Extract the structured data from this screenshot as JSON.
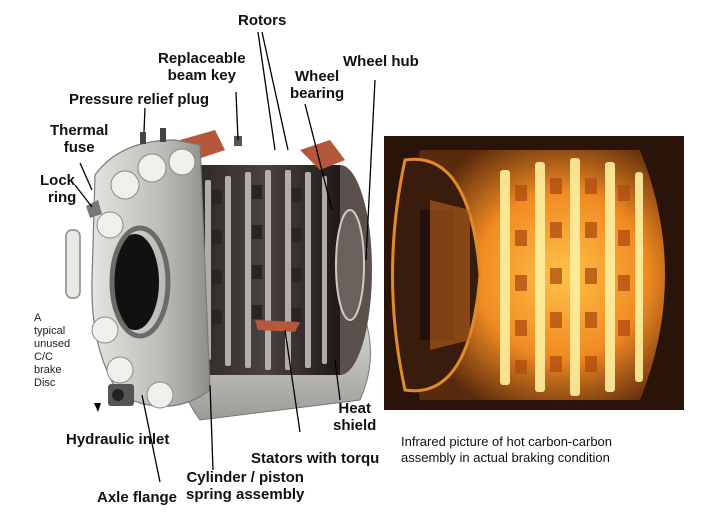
{
  "labels": {
    "rotors": "Rotors",
    "replaceable_beam_key_1": "Replaceable",
    "replaceable_beam_key_2": "beam key",
    "wheel_hub": "Wheel hub",
    "wheel_bearing_1": "Wheel",
    "wheel_bearing_2": "bearing",
    "pressure_relief_plug": "Pressure relief plug",
    "thermal_fuse_1": "Thermal",
    "thermal_fuse_2": "fuse",
    "lock_ring_1": "Lock",
    "lock_ring_2": "ring",
    "heat_shield_1": "Heat",
    "heat_shield_2": "shield",
    "hydraulic_inlet": "Hydraulic inlet",
    "stators_with_torque": "Stators with torqu",
    "cylinder_piston_1": "Cylinder / piston",
    "cylinder_piston_2": "spring assembly",
    "axle_flange": "Axle flange"
  },
  "note": {
    "l1": "A",
    "l2": "typical",
    "l3": "unused",
    "l4": "C/C",
    "l5": "brake",
    "l6": "Disc"
  },
  "caption": {
    "line1": "Infrared picture of hot carbon-carbon",
    "line2": "assembly  in actual braking condition"
  },
  "colors": {
    "metal_light": "#d9d9d6",
    "metal_mid": "#a8a8a4",
    "metal_dark": "#3a3533",
    "rust": "#b5573a",
    "ir_bg": "#2a140a",
    "ir_hot": "#ffb83a",
    "ir_glow": "#e8761c"
  }
}
